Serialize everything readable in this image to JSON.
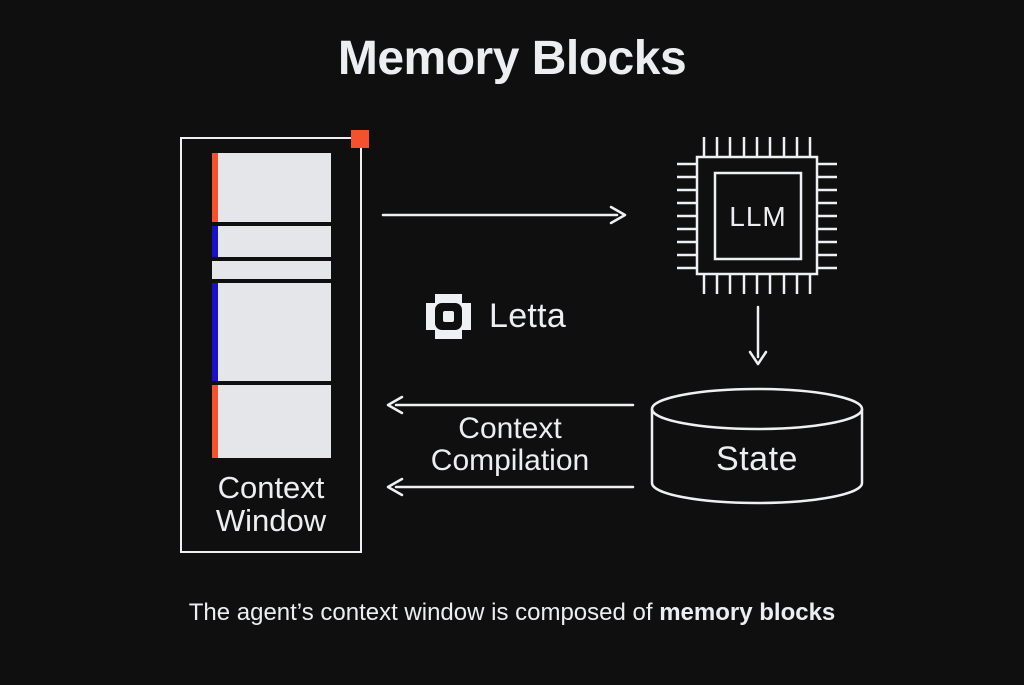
{
  "title": "Memory Blocks",
  "colors": {
    "bg": "#0f0f10",
    "line": "#eef0f3",
    "text": "#eceef2",
    "block": "#e4e6ea",
    "orange": "#f6512e",
    "blue": "#1a10cc"
  },
  "context_window": {
    "label_line1": "Context",
    "label_line2": "Window",
    "blocks": [
      {
        "stripe": "orange",
        "height": 69
      },
      {
        "stripe": "blue",
        "height": 31
      },
      {
        "stripe": "none",
        "height": 18
      },
      {
        "stripe": "blue",
        "height": 98
      },
      {
        "stripe": "orange",
        "height": 73
      }
    ]
  },
  "logo": {
    "label": "Letta"
  },
  "llm_chip": {
    "label": "LLM"
  },
  "state_store": {
    "label": "State"
  },
  "context_compilation": {
    "line1": "Context",
    "line2": "Compilation"
  },
  "caption": {
    "prefix": "The agent’s context window is composed of ",
    "bold": "memory blocks"
  }
}
